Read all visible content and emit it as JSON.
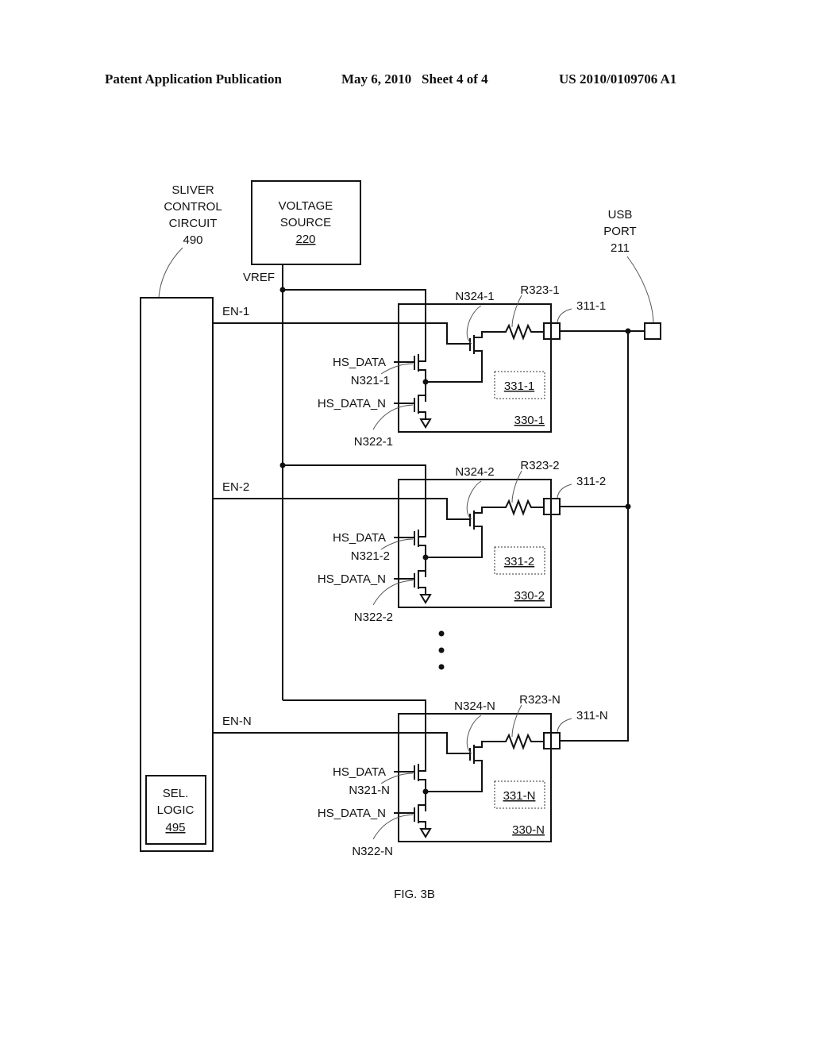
{
  "header": {
    "publication": "Patent Application Publication",
    "date_sheet": "May 6, 2010   Sheet 4 of 4",
    "number": "US 2010/0109706 A1"
  },
  "control": {
    "lines": [
      "SLIVER",
      "CONTROL",
      "CIRCUIT",
      "490"
    ],
    "sel_logic": [
      "SEL.",
      "LOGIC",
      "495"
    ]
  },
  "voltage_source": {
    "lines": [
      "VOLTAGE",
      "SOURCE",
      "220"
    ],
    "vref": "VREF"
  },
  "usb_port": [
    "USB",
    "PORT",
    "211"
  ],
  "slivers": [
    {
      "en": "EN-1",
      "hs_data": "HS_DATA",
      "n321": "N321-1",
      "hs_data_n": "HS_DATA_N",
      "n322": "N322-1",
      "n324": "N324-1",
      "r323": "R323-1",
      "pad": "311-1",
      "block": "330-1",
      "inner": "331-1"
    },
    {
      "en": "EN-2",
      "hs_data": "HS_DATA",
      "n321": "N321-2",
      "hs_data_n": "HS_DATA_N",
      "n322": "N322-2",
      "n324": "N324-2",
      "r323": "R323-2",
      "pad": "311-2",
      "block": "330-2",
      "inner": "331-2"
    },
    {
      "en": "EN-N",
      "hs_data": "HS_DATA",
      "n321": "N321-N",
      "hs_data_n": "HS_DATA_N",
      "n322": "N322-N",
      "n324": "N324-N",
      "r323": "R323-N",
      "pad": "311-N",
      "block": "330-N",
      "inner": "331-N"
    }
  ],
  "caption": "FIG. 3B"
}
